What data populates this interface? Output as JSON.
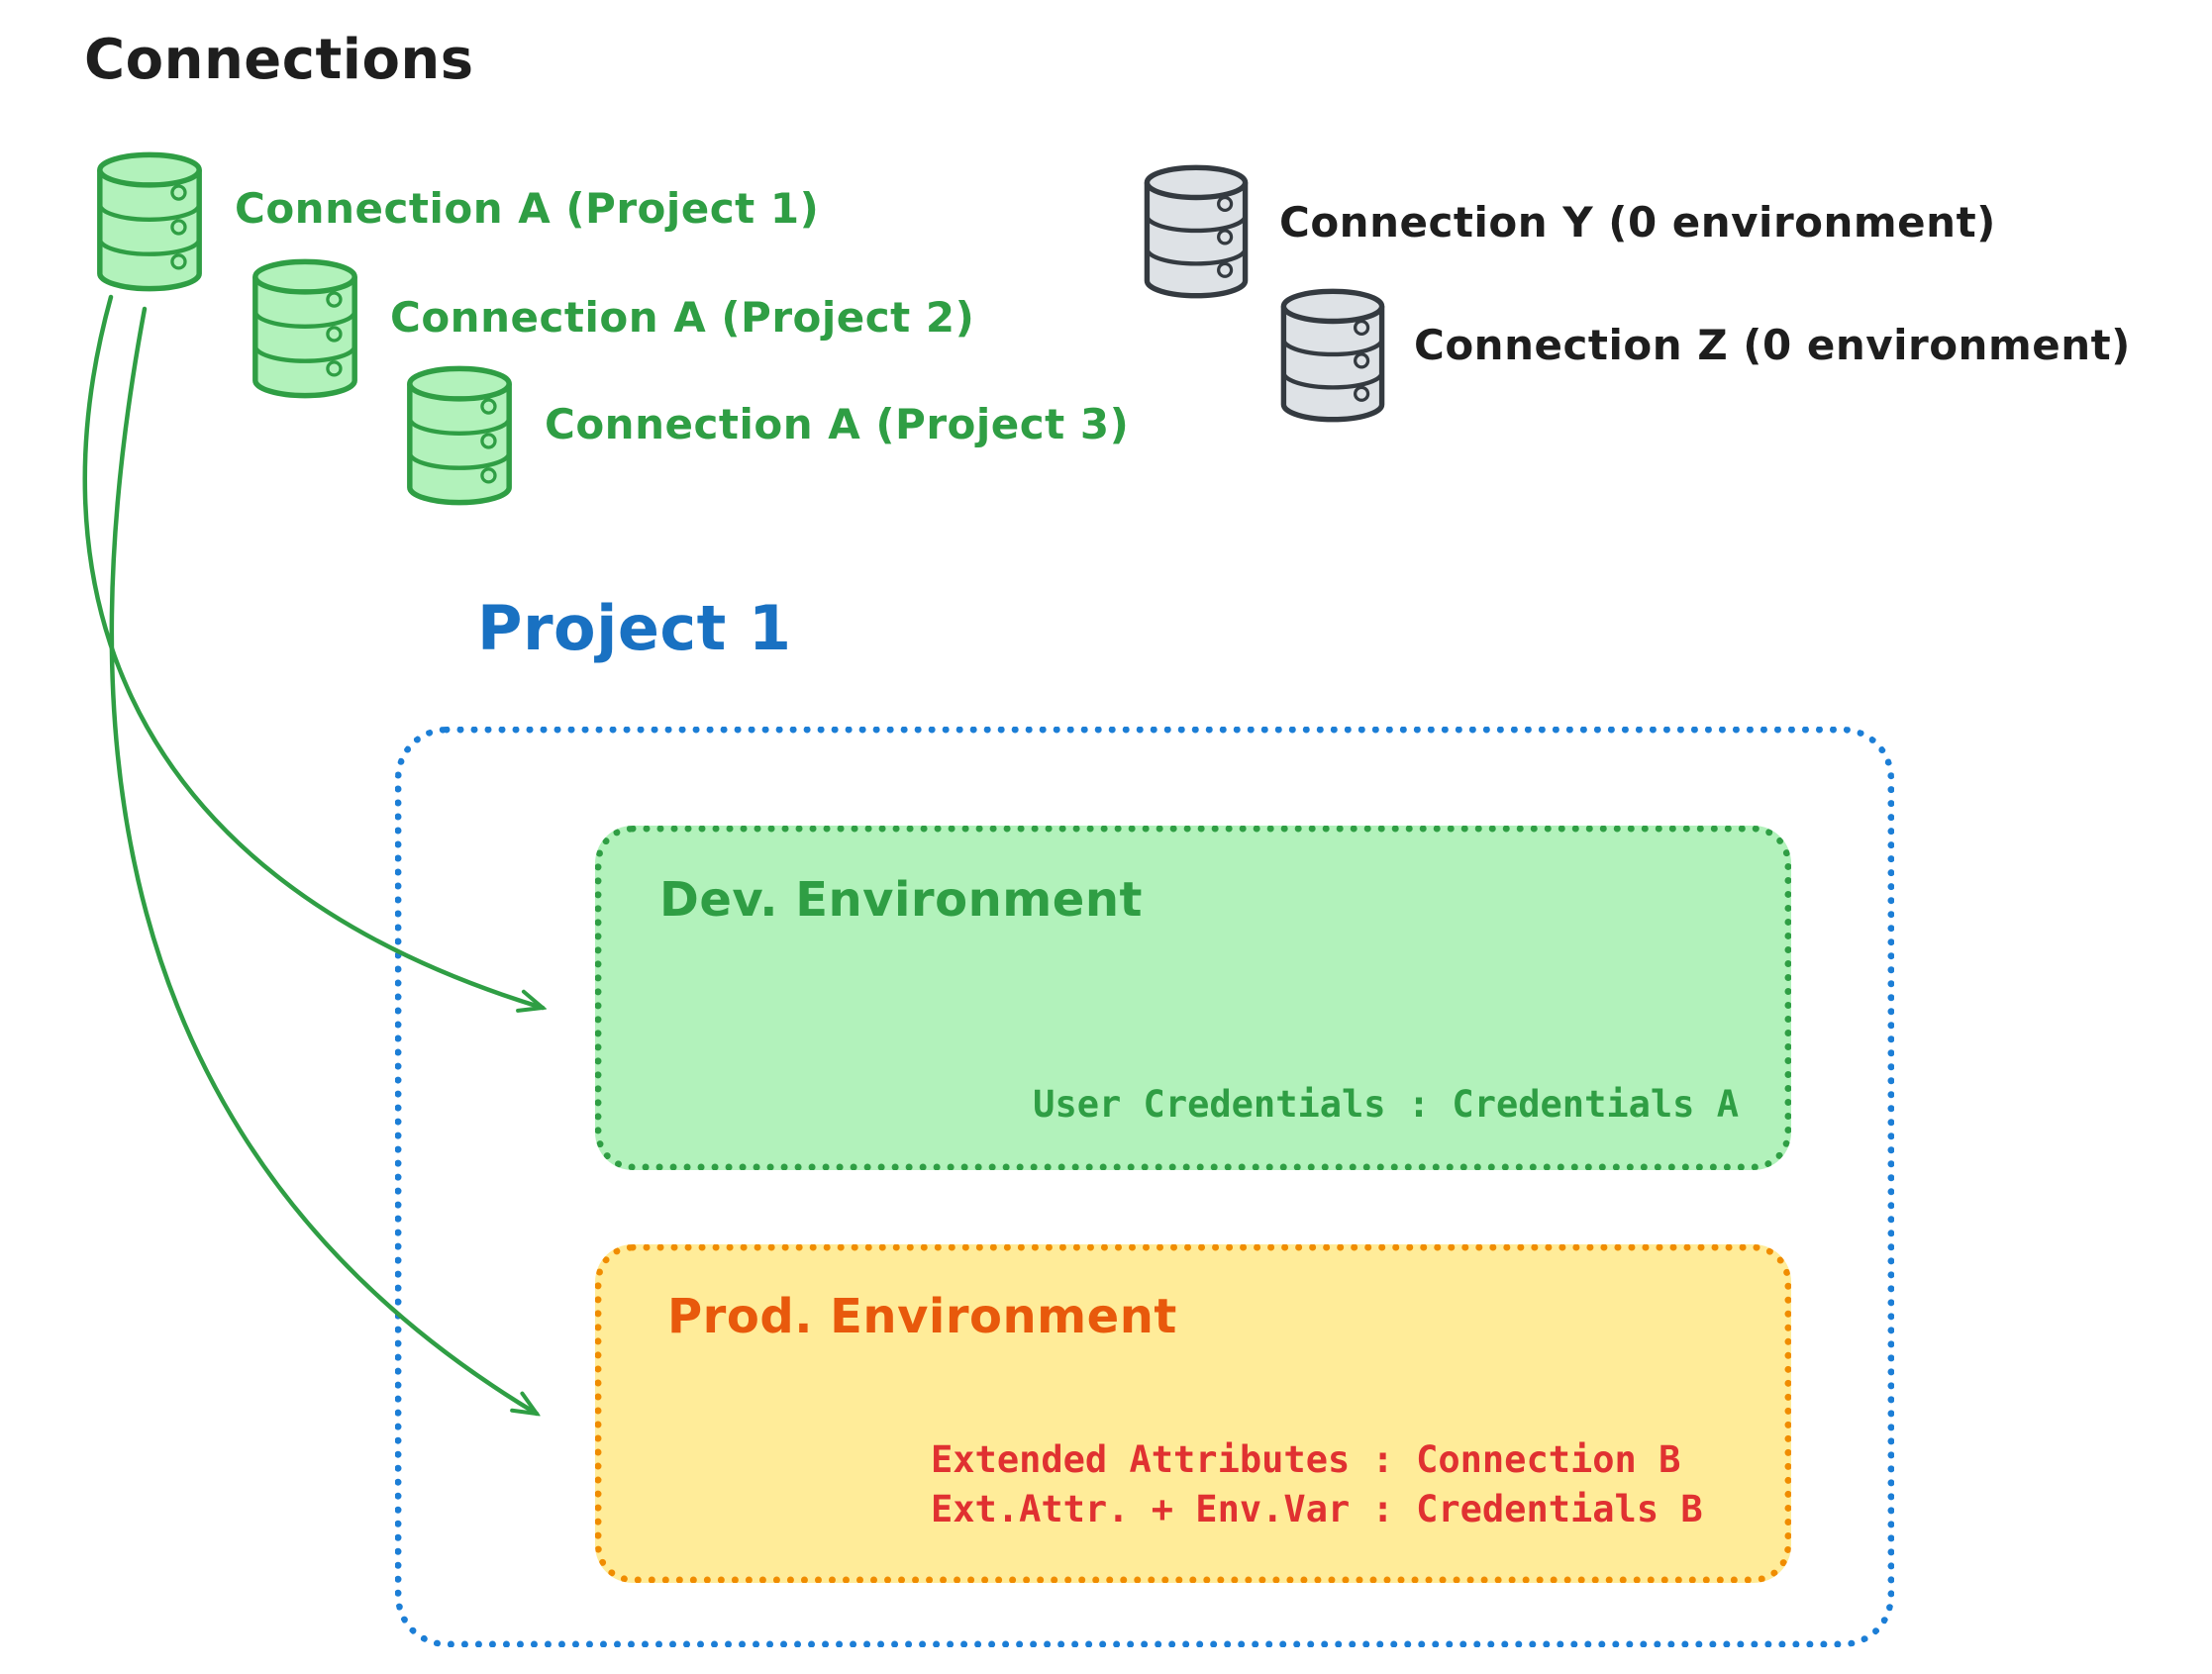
{
  "title": "Connections",
  "project_connections": [
    {
      "label": "Connection A (Project 1)"
    },
    {
      "label": "Connection A (Project 2)"
    },
    {
      "label": "Connection A (Project 3)"
    }
  ],
  "unassigned_connections": [
    {
      "label": "Connection Y (0 environment)"
    },
    {
      "label": "Connection Z (0 environment)"
    }
  ],
  "project": {
    "title": "Project 1",
    "dev_environment": {
      "title": "Dev. Environment",
      "credential_line": "User Credentials : Credentials A"
    },
    "prod_environment": {
      "title": "Prod. Environment",
      "lines": [
        "Extended Attributes : Connection B",
        "Ext.Attr. + Env.Var : Credentials B"
      ]
    }
  },
  "colors": {
    "green": "#2f9e44",
    "green_fill": "#b2f2bb",
    "blue_border": "#1c7ed6",
    "blue_text": "#1971c2",
    "orange_border": "#f08c00",
    "orange_text": "#e8590c",
    "yellow_fill": "#ffec99",
    "red": "#e03131",
    "gray_fill": "#dee2e6",
    "gray_stroke": "#343a40",
    "black": "#1e1e1e"
  }
}
